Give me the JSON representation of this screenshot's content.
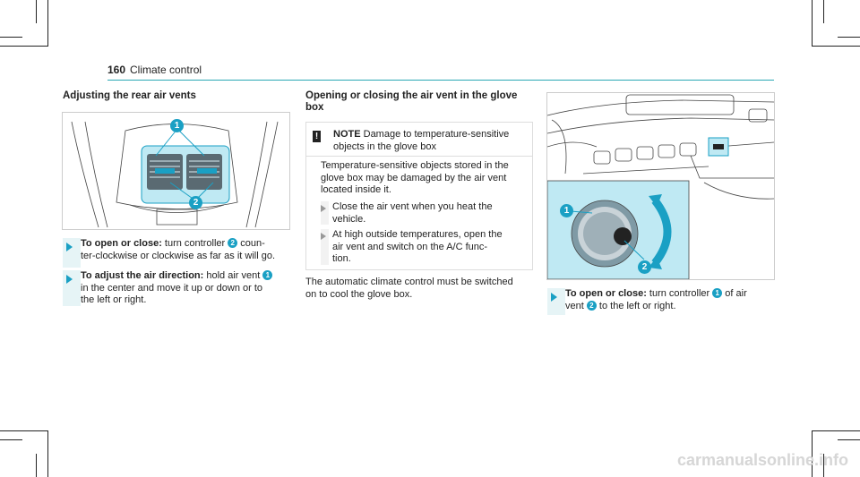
{
  "header": {
    "page_number": "160",
    "title": "Climate control"
  },
  "col1": {
    "heading": "Adjusting the rear air vents",
    "steps": [
      {
        "bold": "To open or close:",
        "lines": [
          " turn controller ",
          " coun-",
          "ter-clockwise or clockwise as far as it will go."
        ],
        "badge": "2"
      },
      {
        "bold": "To adjust the air direction:",
        "lines": [
          " hold air vent ",
          "in the center and move it up or down or to",
          "the left or right."
        ],
        "badge": "1"
      }
    ],
    "figure_callouts": [
      "1",
      "2"
    ]
  },
  "col2": {
    "heading": [
      "Opening or closing the air vent in the glove",
      "box"
    ],
    "note": {
      "label": "NOTE",
      "label_text": " Damage to temperature-sensitive",
      "label_line2": "objects in the glove box",
      "body": [
        "Temperature-sensitive objects stored in the",
        "glove box may be damaged by the air vent",
        "located inside it."
      ],
      "items": [
        [
          "Close the air vent when you heat the",
          "vehicle."
        ],
        [
          "At high outside temperatures, open the",
          "air vent and switch on the A/C func-",
          "tion."
        ]
      ]
    },
    "para": [
      "The automatic climate control must be switched",
      "on to cool the glove box."
    ]
  },
  "col3": {
    "step": {
      "bold": "To open or close:",
      "text1": " turn controller ",
      "badge1": "1",
      "text2": " of air",
      "line2a": "vent ",
      "badge2": "2",
      "line2b": " to the left or right."
    },
    "figure_callouts": [
      "1",
      "2"
    ]
  },
  "watermark": "carmanualsonline.info",
  "colors": {
    "accent": "#1aa0c4",
    "highlight": "#bfe9f3",
    "rule": "#2aa7b5"
  }
}
